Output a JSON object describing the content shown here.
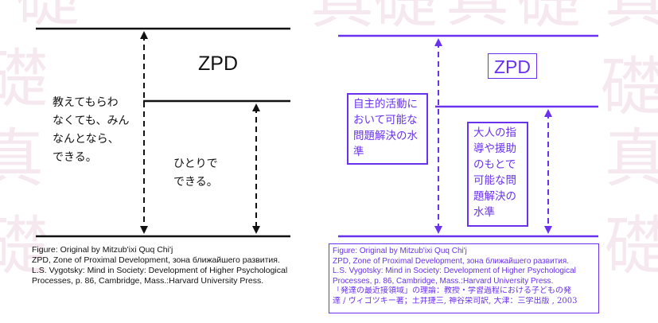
{
  "colors": {
    "left_ink": "#111111",
    "right_ink": "#6a32ee",
    "background_kanji": "#f6e8ef"
  },
  "left": {
    "zpd_label": "ZPD",
    "assisted_text": "教えてもらわ\nなくても、みん\nなんとなら、\nできる。",
    "independent_text": "ひとりで\nできる。",
    "caption_lines": [
      "Figure: Original by Mitzub'ixi Quq Chi'j",
      "ZPD, Zone of Proximal Development, зона ближайшего развития.",
      "L.S. Vygotsky: Mind in Society: Development of Higher Psychological",
      "Processes, p. 86, Cambridge, Mass.:Harvard University Press."
    ]
  },
  "right": {
    "zpd_label": "ZPD",
    "independent_box": "自主的活動に\nおいて可能な\n問題解決の水\n準",
    "assisted_box": "大人の指\n導や援助\nのもとで\n可能な問\n題解決の\n水準",
    "caption_lines": [
      "Figure: Original by Mitzub'ixi Quq Chi'j",
      "ZPD, Zone of Proximal Development, зона ближайшего развития.",
      "L.S. Vygotsky: Mind in Society: Development of Higher Psychological",
      "Processes, p. 86, Cambridge, Mass.:Harvard University Press.",
      "「発達の最近接領域」の理論：教授・学習過程における子どもの発",
      "達 / ヴィゴツキー著；土井捷三, 神谷栄司訳, 大津：三学出版 , 2003"
    ]
  }
}
